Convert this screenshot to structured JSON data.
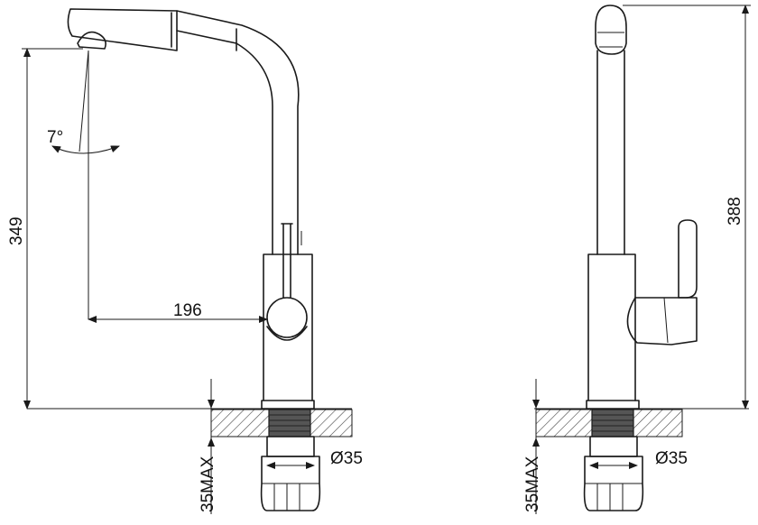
{
  "dimensions": {
    "height_front": "349",
    "reach": "196",
    "angle": "7°",
    "base_diameter_front": "Ø35",
    "max_thickness_front": "35MAX",
    "height_side": "388",
    "base_diameter_side": "Ø35",
    "max_thickness_side": "35MAX"
  },
  "colors": {
    "line": "#1a1a1a",
    "background": "#ffffff"
  }
}
